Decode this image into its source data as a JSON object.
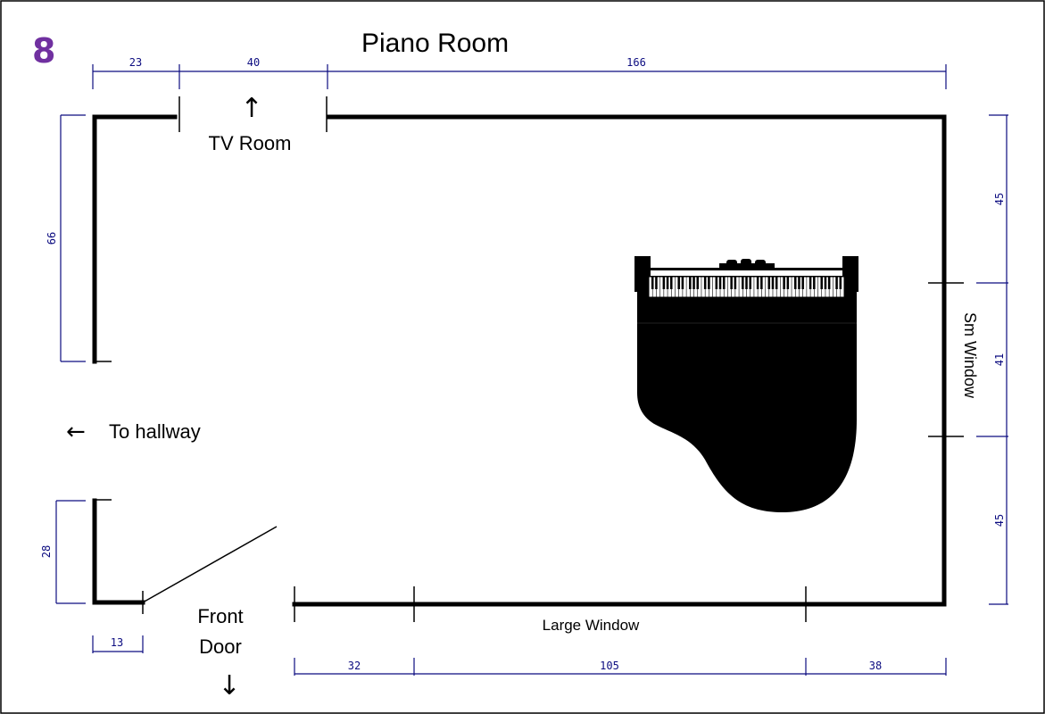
{
  "diagram": {
    "page_number": "8",
    "title": "Piano Room",
    "colors": {
      "wall": "#000000",
      "dimension": "#0c0c80",
      "badge": "#7030a0"
    },
    "labels": {
      "tv_room": "TV Room",
      "to_hallway": "To hallway",
      "front_door_line1": "Front",
      "front_door_line2": "Door",
      "sm_window": "Sm Window",
      "large_window": "Large Window"
    },
    "icons": {
      "tv_room_arrow": "↑",
      "hallway_arrow": "←",
      "front_door_arrow": "↓"
    },
    "dimensions": {
      "top_left": "23",
      "top_tv_opening": "40",
      "top_right": "166",
      "left_upper": "66",
      "left_lower": "28",
      "bottom_door_return": "13",
      "bottom_left": "32",
      "bottom_window": "105",
      "bottom_right": "38",
      "right_upper": "45",
      "right_window": "41",
      "right_lower": "45"
    },
    "furniture": [
      "grand-piano"
    ]
  }
}
